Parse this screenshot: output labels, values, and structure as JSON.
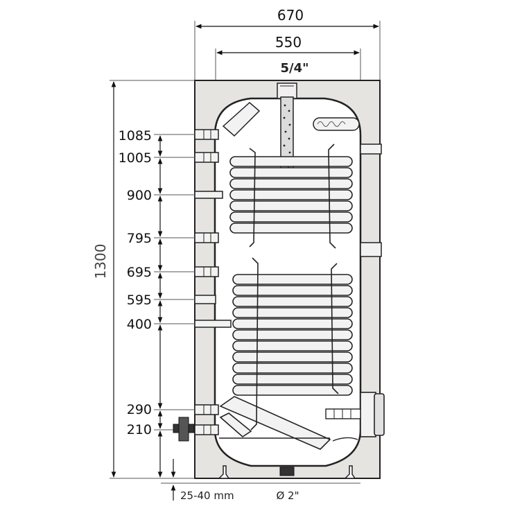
{
  "dimensions": {
    "outer_width": "670",
    "inner_width": "550",
    "top_thread": "5/4\"",
    "total_height": "1300",
    "bottom_gap": "25-40 mm",
    "drain_size": "Ø 2\""
  },
  "connection_heights": [
    "1085",
    "1005",
    "900",
    "795",
    "695",
    "595",
    "400",
    "290",
    "210"
  ],
  "colors": {
    "insulation": "#e6e4e1",
    "outline": "#222222",
    "tank_fill": "#ffffff",
    "coil_fill": "#f2f2f2",
    "anode_fill": "#dcdcdc"
  }
}
